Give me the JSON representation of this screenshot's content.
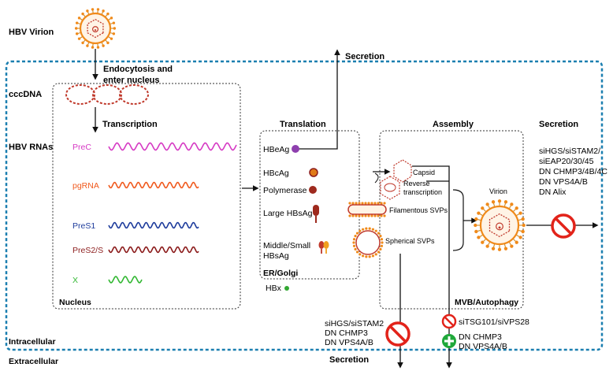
{
  "labels": {
    "hbv_virion": "HBV Virion",
    "cccdna": "cccDNA",
    "hbv_rnas": "HBV RNAs",
    "endocytosis_line1": "Endocytosis and",
    "endocytosis_line2": "enter nucleus",
    "transcription": "Transcription",
    "nucleus": "Nucleus",
    "intracellular": "Intracellular",
    "extracellular": "Extracellular",
    "secretion_top": "Secretion",
    "secretion_right": "Secretion",
    "secretion_bottom": "Secretion",
    "translation": "Translation",
    "assembly": "Assembly",
    "er_golgi": "ER/Golgi",
    "hbx": "HBx",
    "mvb_autophagy": "MVB/Autophagy",
    "capsid": "Capsid",
    "reverse_transcription_line1": "Reverse",
    "reverse_transcription_line2": "transcription",
    "filamentous_svps": "Filamentous SVPs",
    "spherical_svps": "Spherical SVPs",
    "virion": "Virion"
  },
  "rna_species": [
    {
      "label": "PreC",
      "color": "#d63ac4"
    },
    {
      "label": "pgRNA",
      "color": "#f05a1e"
    },
    {
      "label": "PreS1",
      "color": "#1e3c9c"
    },
    {
      "label": "PreS2/S",
      "color": "#8c1c1c"
    },
    {
      "label": "X",
      "color": "#33b833"
    }
  ],
  "proteins": {
    "hbeag": "HBeAg",
    "hbcag": "HBcAg",
    "polymerase": "Polymerase",
    "large_hbsag": "Large HBsAg",
    "middle_small_line1": "Middle/Small",
    "middle_small_line2": "HBsAg"
  },
  "inhibitors": {
    "right": [
      "siHGS/siSTAM2/",
      "siEAP20/30/45",
      "DN CHMP3/4B/4C",
      "DN VPS4A/B",
      "DN Alix"
    ],
    "bottom_left": [
      "siHGS/siSTAM2",
      "DN CHMP3",
      "DN VPS4A/B"
    ],
    "tsg101": "siTSG101/siVPS28",
    "promote": [
      "DN CHMP3",
      "DN VPS4A/B"
    ]
  },
  "colors": {
    "membrane": "#1b7fb0",
    "virion_spike": "#f08a1a",
    "virion_red": "#c0392b",
    "inhibit": "#e2231a",
    "promote": "#1fa83a"
  }
}
